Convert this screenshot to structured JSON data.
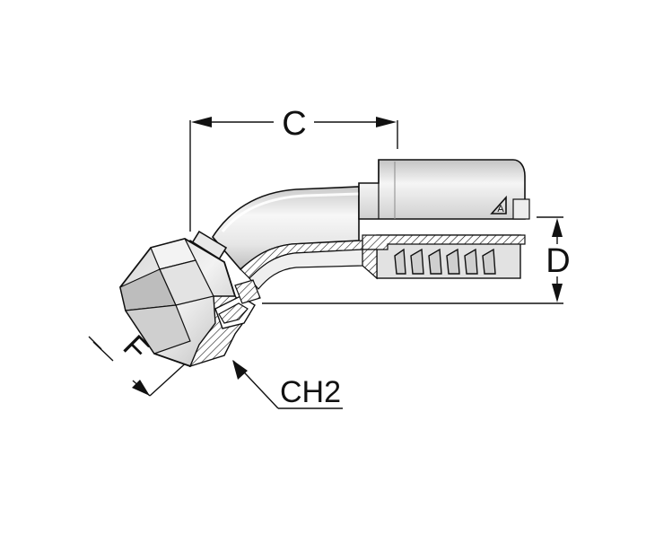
{
  "drawing": {
    "dimensions": {
      "c_label": "C",
      "d_label": "D",
      "f_label": "F",
      "ch2_label": "CH2"
    },
    "logo_mark": "A",
    "colors": {
      "outline": "#111111",
      "metal_light": "#f4f4f4",
      "metal_mid": "#d9d9d9",
      "metal_dark": "#a8a8a8",
      "section": "#cfcfcf",
      "background": "#ffffff"
    }
  }
}
